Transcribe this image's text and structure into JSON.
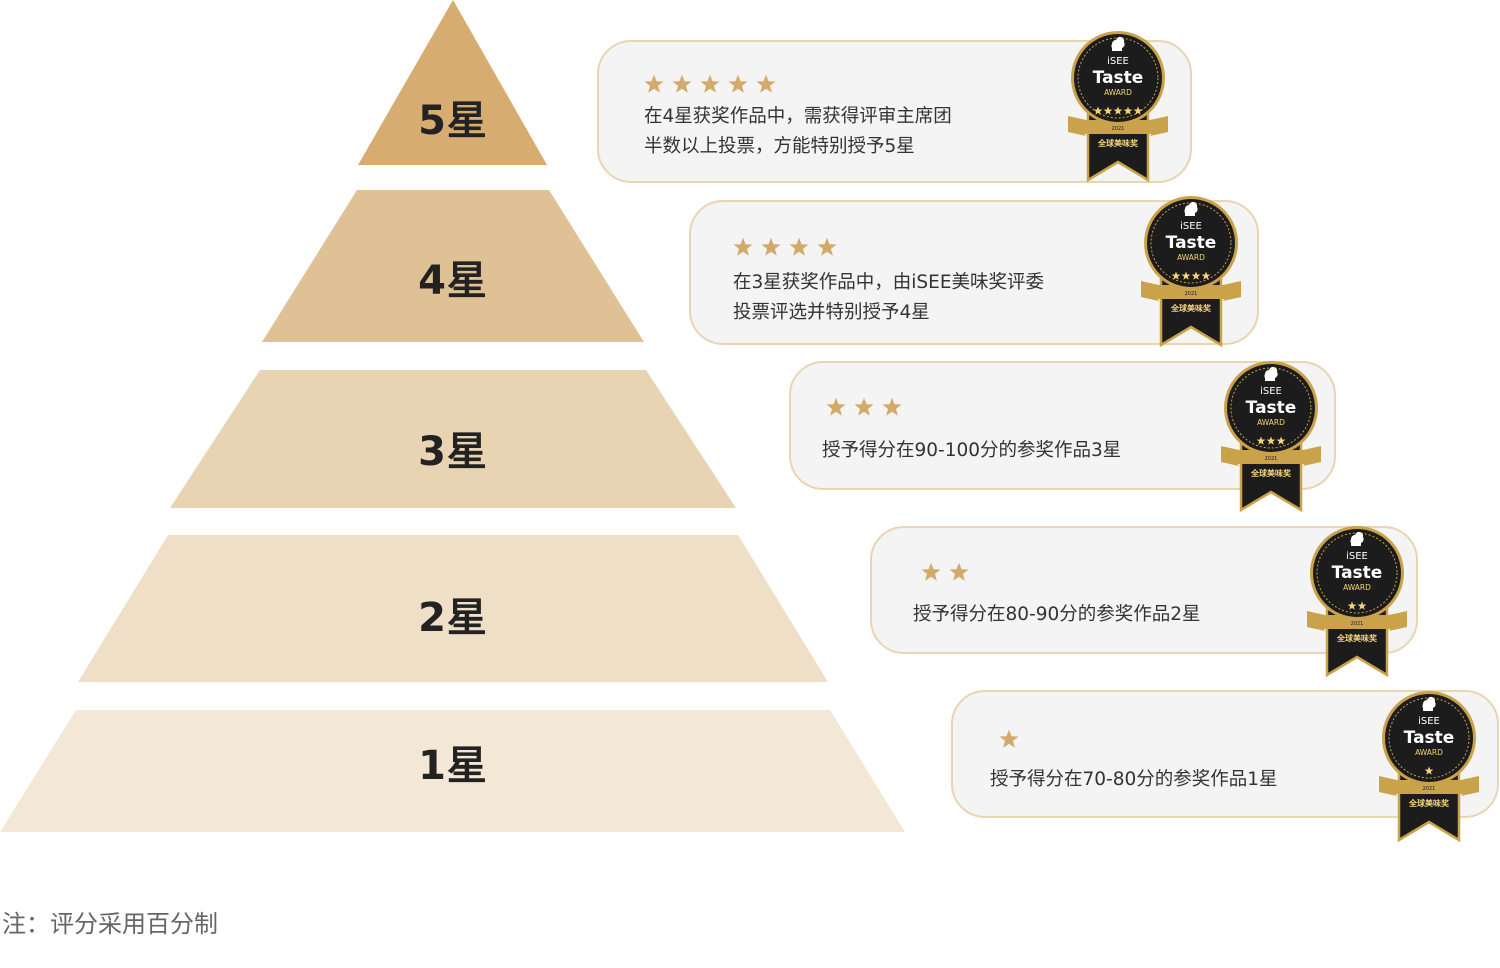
{
  "tiers": [
    {
      "label": "5星",
      "color": "#d6ac71"
    },
    {
      "label": "4星",
      "color": "#e0c195"
    },
    {
      "label": "3星",
      "color": "#e8d3b3"
    },
    {
      "label": "2星",
      "color": "#efdfc6"
    },
    {
      "label": "1星",
      "color": "#f3e7d6"
    }
  ],
  "cards": [
    {
      "stars": 5,
      "lines": [
        "在4星获奖作品中，需获得评审主席团",
        "半数以上投票，方能特别授予5星"
      ]
    },
    {
      "stars": 4,
      "lines": [
        "在3星获奖作品中，由iSEE美味奖评委",
        "投票评选并特别授予4星"
      ]
    },
    {
      "stars": 3,
      "lines": [
        "授予得分在90-100分的参奖作品3星"
      ]
    },
    {
      "stars": 2,
      "lines": [
        "授予得分在80-90分的参奖作品2星"
      ]
    },
    {
      "stars": 1,
      "lines": [
        "授予得分在70-80分的参奖作品1星"
      ]
    }
  ],
  "badge": {
    "brand_top": "iSEE",
    "brand_main": "Taste",
    "brand_sub": "AWARD",
    "year": "2021",
    "ribbon_text": "全球美味奖",
    "colors": {
      "gold": "#c9a24a",
      "black": "#1c1c1c",
      "gold_light": "#f3d27a"
    }
  },
  "colors": {
    "star": "#d3aa6a",
    "card_border": "#e8d5b1",
    "card_bg": "#f4f4f4"
  },
  "footnote": "注：评分采用百分制"
}
